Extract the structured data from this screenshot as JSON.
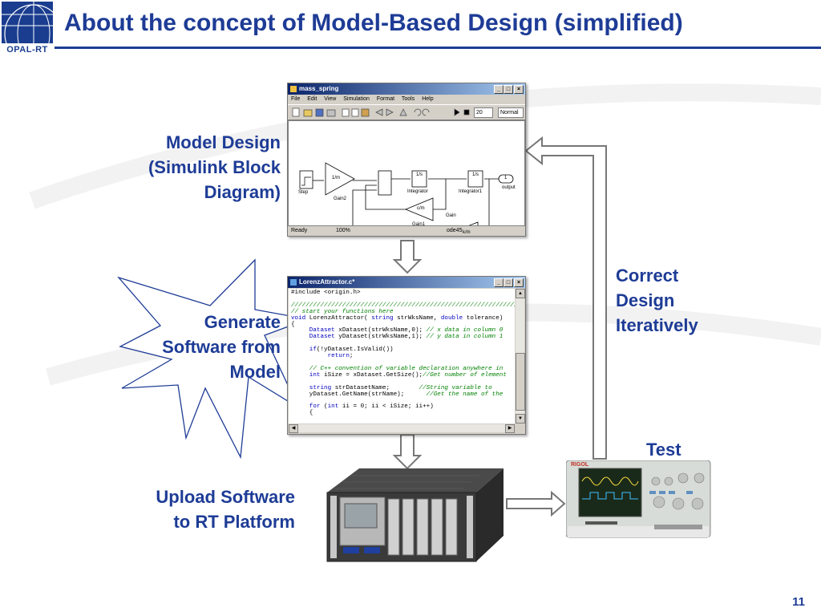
{
  "slide": {
    "title": "About the concept of Model-Based Design (simplified)",
    "logo_text": "OPAL-RT",
    "page_number": "11"
  },
  "labels": {
    "model_design": [
      "Model Design",
      "(Simulink Block",
      "Diagram)"
    ],
    "generate": [
      "Generate",
      "Software from",
      "Model"
    ],
    "upload": [
      "Upload Software",
      "to RT Platform"
    ],
    "correct": [
      "Correct",
      "Design",
      "Iteratively"
    ],
    "test": "Test"
  },
  "simulink": {
    "window_title": "mass_spring",
    "menu": [
      "File",
      "Edit",
      "View",
      "Simulation",
      "Format",
      "Tools",
      "Help"
    ],
    "stop_time": "20",
    "mode": "Normal",
    "blocks": {
      "step": "Step",
      "gain2": "Gain2",
      "gain2_value": "1/m",
      "integrator": "Integrator",
      "integrator_value": "1/s",
      "integrator1": "Integrator1",
      "integrator1_value": "1/s",
      "output": "output",
      "output_port": "1",
      "gain1": "Gain1",
      "gain1_value": "c/m",
      "gain": "Gain",
      "gain_value": "k/m"
    },
    "status": [
      "Ready",
      "100%",
      "ode45"
    ]
  },
  "code_editor": {
    "window_title": "LorenzAttractor.c*",
    "lines": [
      [
        [
          "#include <origin.h>",
          ""
        ]
      ],
      [
        [
          "",
          ""
        ]
      ],
      [
        [
          "////////////////////////////////////////////////////////////////////////////////",
          "cm"
        ]
      ],
      [
        [
          "// start your functions here",
          "cm"
        ]
      ],
      [
        [
          "void",
          "kw"
        ],
        [
          " LorenzAttractor( ",
          ""
        ],
        [
          "string",
          "kw"
        ],
        [
          " strWksName, ",
          ""
        ],
        [
          "double",
          "kw"
        ],
        [
          " tolerance)",
          ""
        ]
      ],
      [
        [
          "{",
          ""
        ]
      ],
      [
        [
          "     ",
          ""
        ],
        [
          "Dataset",
          "kw"
        ],
        [
          " xDataset(strWksName,0); ",
          ""
        ],
        [
          "// x data in column 0",
          "cm"
        ]
      ],
      [
        [
          "     ",
          ""
        ],
        [
          "Dataset",
          "kw"
        ],
        [
          " yDataset(strWksName,1); ",
          ""
        ],
        [
          "// y data in column 1",
          "cm"
        ]
      ],
      [
        [
          "",
          ""
        ]
      ],
      [
        [
          "     ",
          ""
        ],
        [
          "if",
          "kw"
        ],
        [
          "(!yDataset.IsValid())",
          ""
        ]
      ],
      [
        [
          "          ",
          ""
        ],
        [
          "return",
          "kw"
        ],
        [
          ";",
          ""
        ]
      ],
      [
        [
          "",
          ""
        ]
      ],
      [
        [
          "     ",
          ""
        ],
        [
          "// C++ convention of variable declaration anywhere in",
          "cm"
        ]
      ],
      [
        [
          "     ",
          ""
        ],
        [
          "int",
          "kw"
        ],
        [
          " iSize = xDataset.GetSize();",
          ""
        ],
        [
          "//Get number of element",
          "cm"
        ]
      ],
      [
        [
          "",
          ""
        ]
      ],
      [
        [
          "     ",
          ""
        ],
        [
          "string",
          "kw"
        ],
        [
          " strDatasetName;        ",
          ""
        ],
        [
          "//String variable to",
          "cm"
        ]
      ],
      [
        [
          "     yDataset.GetName(strName);      ",
          ""
        ],
        [
          "//Get the name of the",
          "cm"
        ]
      ],
      [
        [
          "",
          ""
        ]
      ],
      [
        [
          "     ",
          ""
        ],
        [
          "for",
          "kw"
        ],
        [
          " (",
          ""
        ],
        [
          "int",
          "kw"
        ],
        [
          " ii = 0; ii < iSize; ii++)",
          ""
        ]
      ],
      [
        [
          "     {",
          ""
        ]
      ]
    ]
  },
  "oscilloscope": {
    "brand": "RIGOL"
  }
}
